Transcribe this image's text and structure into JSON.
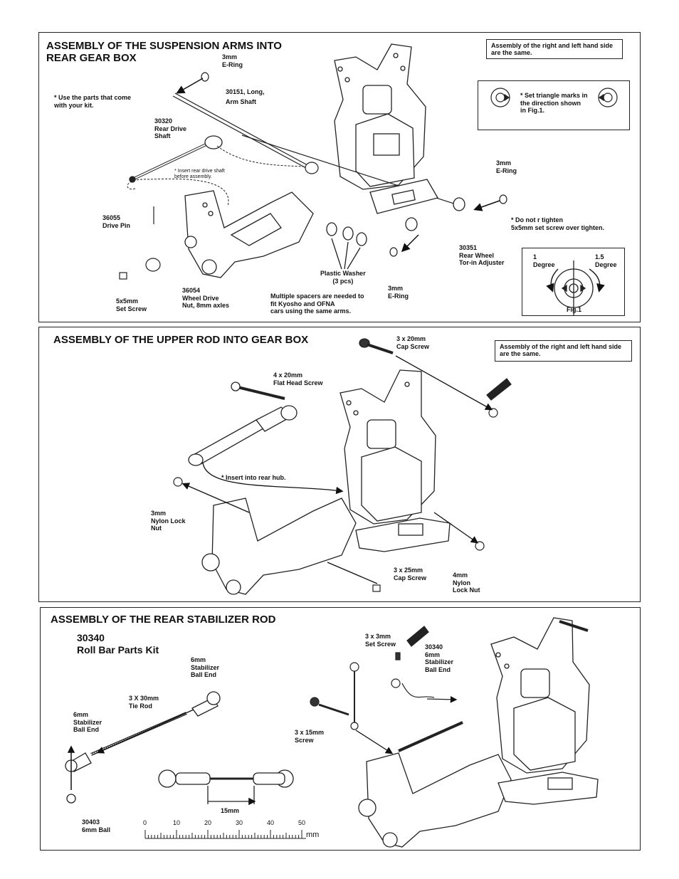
{
  "section1": {
    "title_line1": "ASSEMBLY OF THE SUSPENSION ARMS INTO",
    "title_line2": "REAR  GEAR BOX",
    "note_same": "Assembly of the right and left hand side\nare the same.",
    "triangle_note": "* Set  triangle marks in\n   the direction shown\n   in Fig.1.",
    "labels": {
      "eRing_top": "3mm\nE-Ring",
      "armShaft": "30151, Long,\nArm Shaft",
      "useParts": "* Use the parts that come\n   with your kit.",
      "rearDrive": "30320\nRear Drive\nShaft",
      "insertNote": "* Insert rear drive shaft\n   before assembly.",
      "drivePin": "36055\nDrive Pin",
      "setScrew": "5x5mm\nSet Screw",
      "wheelNut": "36054\nWheel Drive\nNut, 8mm axles",
      "plasticWasher": "Plastic Washer\n(3 pcs)",
      "spacers": "Multiple spacers are needed to\nfit Kyosho and OFNA\ncars using the same arms.",
      "eRing_bottom": "3mm\nE-Ring",
      "torIn": "30351\nRear Wheel\nTor-in Adjuster",
      "eRing_right": "3mm\nE-Ring",
      "doNotTighten": "* Do not r tighten\n   5x5mm set screw over tighten."
    },
    "fig1": {
      "left": "1\nDegree",
      "right": "1.5\nDegree",
      "caption": "Fig.1"
    }
  },
  "section2": {
    "title": "ASSEMBLY OF THE UPPER ROD INTO GEAR BOX",
    "note_same": "Assembly of the right and left hand side\nare the same.",
    "labels": {
      "capScrew20": "3 x 20mm\nCap Screw",
      "flatHead": "4 x 20mm\nFlat Head Screw",
      "insertHub": "* Insert into rear hub.",
      "nylonNut3": "3mm\nNylon Lock\nNut",
      "capScrew25": "3 x 25mm\nCap Screw",
      "nylonNut4": "4mm\nNylon\nLock Nut"
    }
  },
  "section3": {
    "title": "ASSEMBLY OF THE REAR STABILIZER ROD",
    "kit": "30340\nRoll Bar Parts Kit",
    "labels": {
      "ballEnd_top": "6mm\nStabilizer\nBall End",
      "tieRod": "3 X 30mm\nTie  Rod",
      "ballEnd_left": "6mm\nStabilizer\nBall End",
      "ball": "30403\n6mm Ball",
      "length": "15mm",
      "setScrew": "3 x 3mm\nSet Screw",
      "ballEnd_right": "30340\n6mm\nStabilizer\nBall End",
      "screw15": "3 x 15mm\nScrew"
    },
    "ruler": {
      "ticks": [
        "0",
        "10",
        "20",
        "30",
        "40",
        "50"
      ],
      "unit": "mm"
    }
  }
}
